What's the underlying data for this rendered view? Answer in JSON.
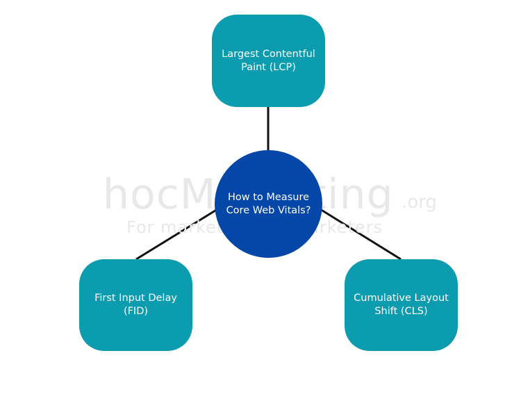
{
  "diagram": {
    "center": {
      "label": "How to Measure\nCore Web Vitals?",
      "color": "#0547a8"
    },
    "nodes": [
      {
        "id": "lcp",
        "label": "Largest Contentful\nPaint (LCP)",
        "color": "#0b9cb0"
      },
      {
        "id": "fid",
        "label": "First Input Delay\n(FID)",
        "color": "#0b9cb0"
      },
      {
        "id": "cls",
        "label": "Cumulative Layout\nShift (CLS)",
        "color": "#0b9cb0"
      }
    ],
    "connector_color": "#111111"
  },
  "watermark": {
    "brand": "hocMarketing",
    "tld": ".org",
    "tagline": "For marketers, by marketers"
  }
}
